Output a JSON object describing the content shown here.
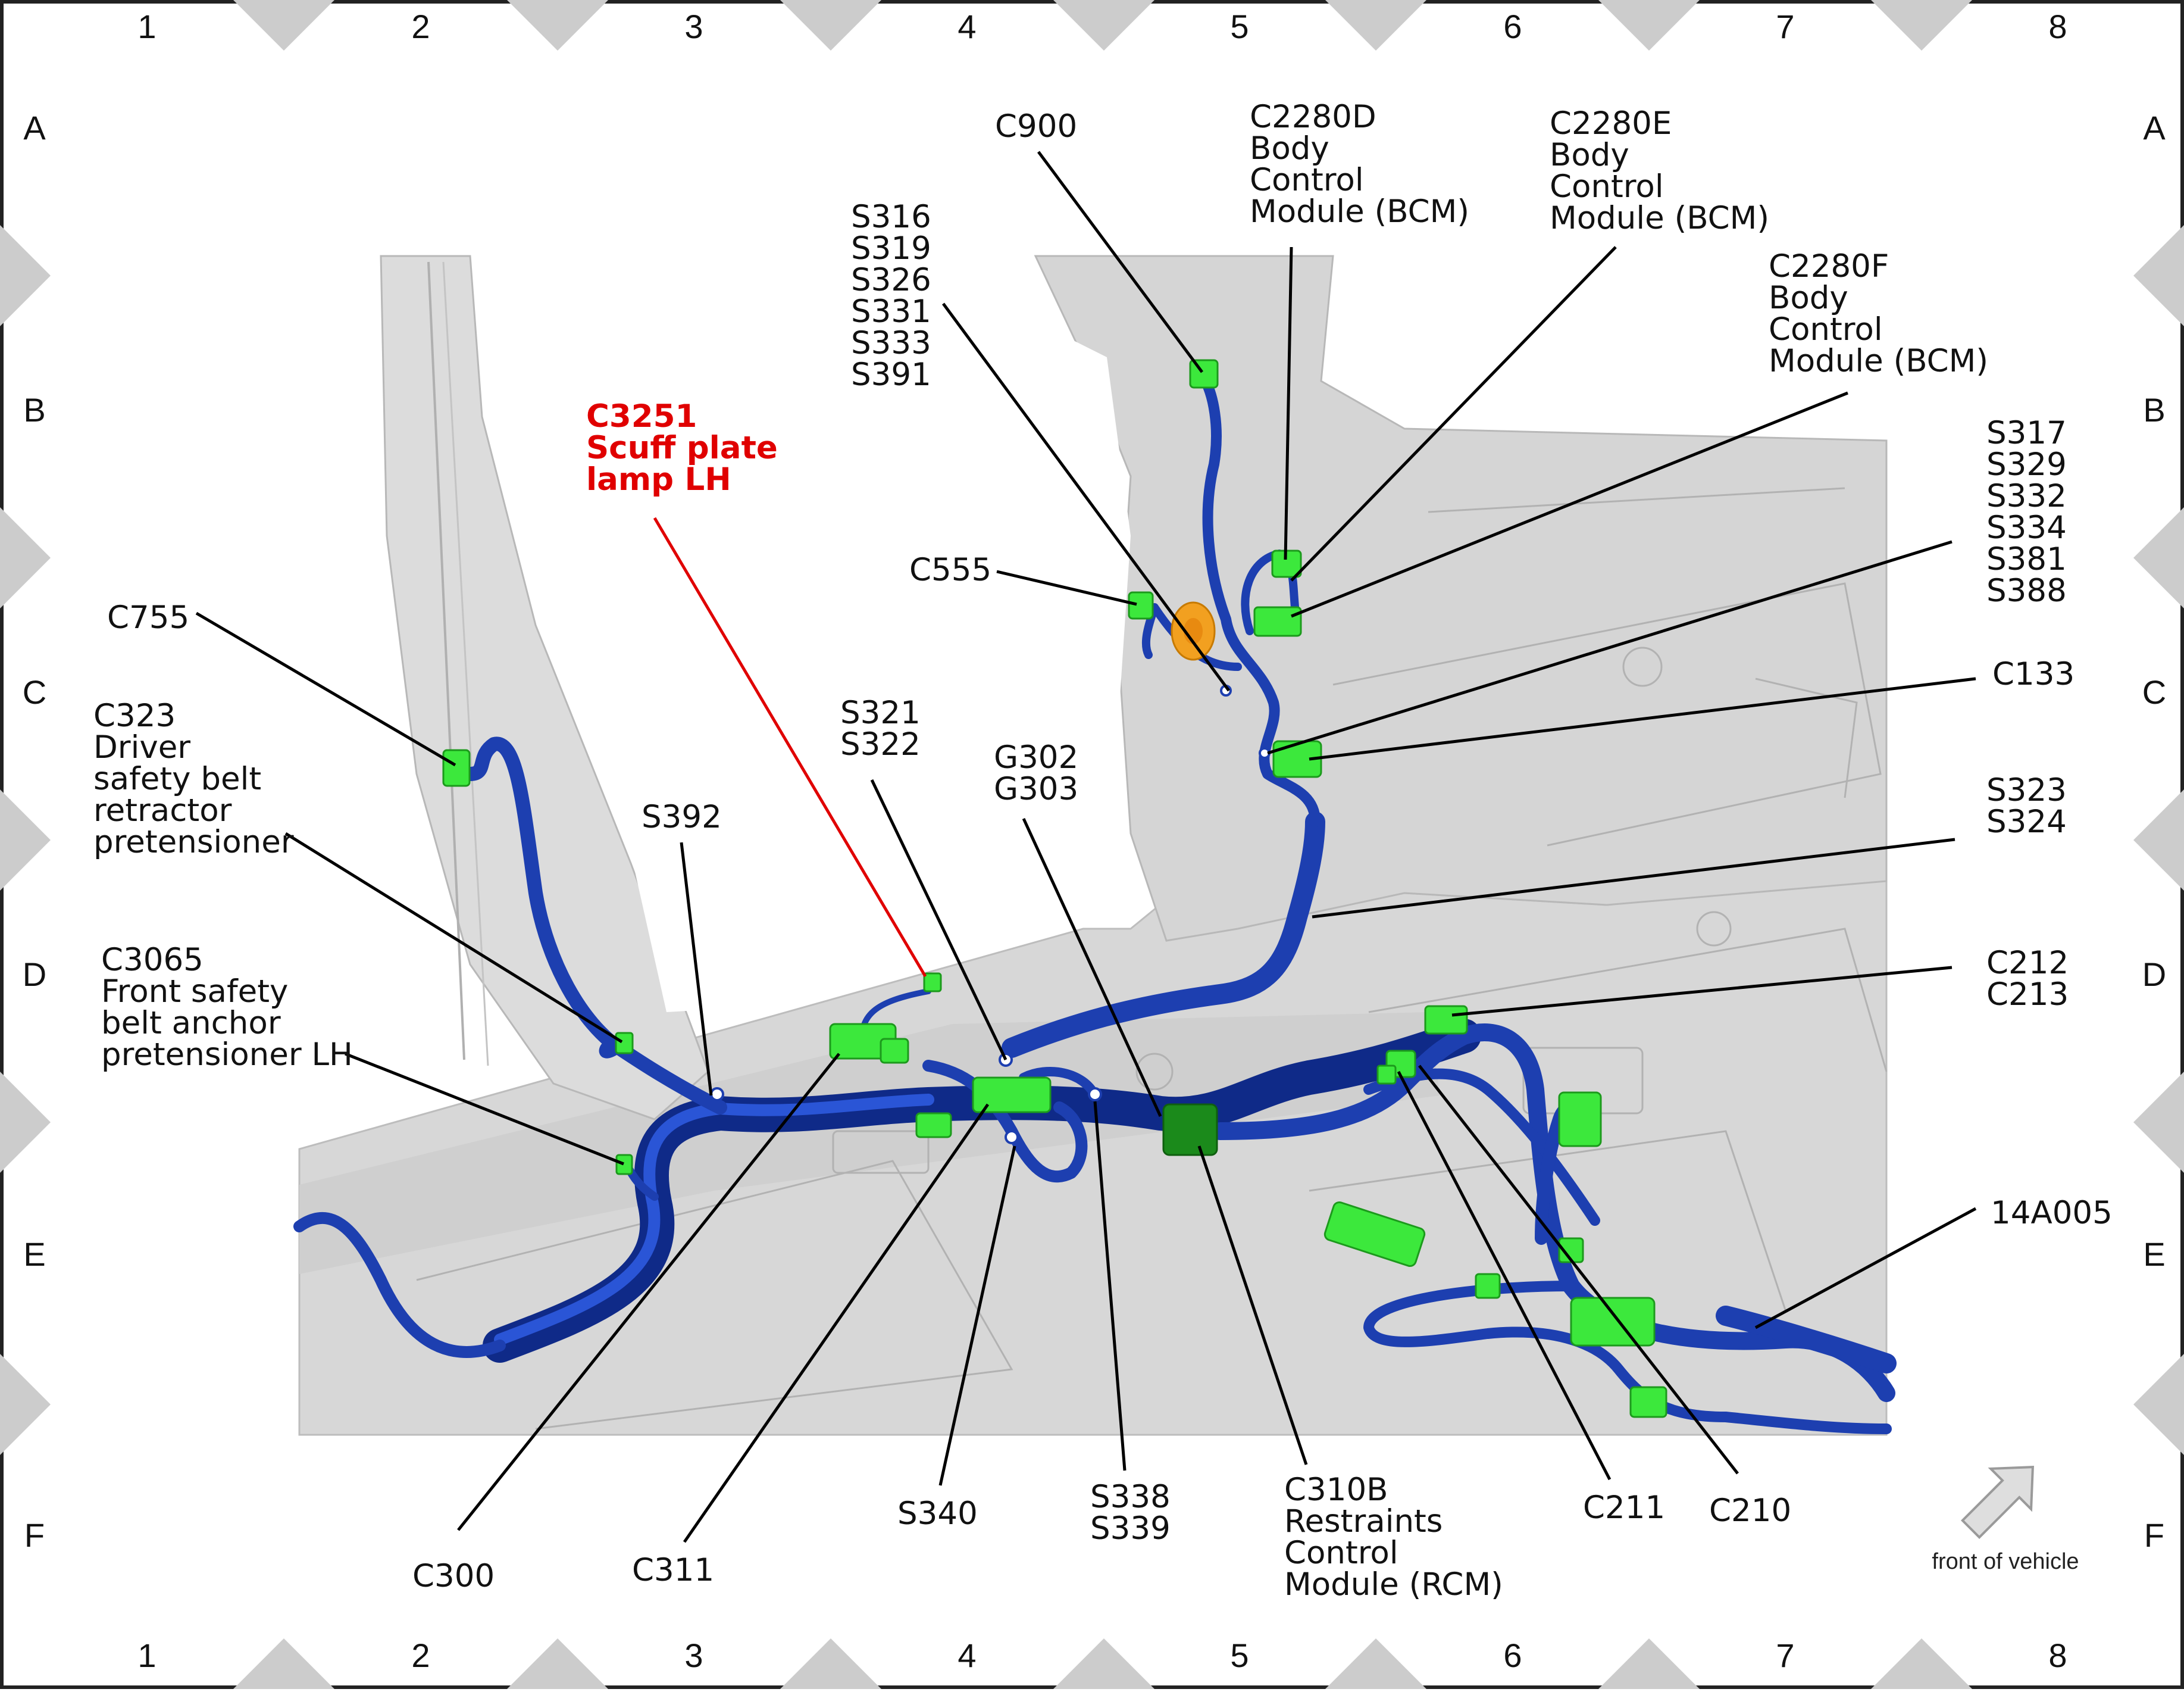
{
  "colors": {
    "harness": "#1d3fb0",
    "harness_dark": "#0f2a88",
    "connector": "#3ce83c",
    "connector_dark": "#1c9a1c",
    "body": "#d9d9d9",
    "leader": "#000000",
    "highlight": "#e00000"
  },
  "grid": {
    "columns": [
      "1",
      "2",
      "3",
      "4",
      "5",
      "6",
      "7",
      "8"
    ],
    "rows": [
      "A",
      "B",
      "C",
      "D",
      "E",
      "F"
    ]
  },
  "labels": [
    {
      "id": "c900",
      "lines": [
        "C900"
      ]
    },
    {
      "id": "c2280d",
      "lines": [
        "C2280D",
        "Body",
        "Control",
        "Module (BCM)"
      ]
    },
    {
      "id": "c2280e",
      "lines": [
        "C2280E",
        "Body",
        "Control",
        "Module (BCM)"
      ]
    },
    {
      "id": "c2280f",
      "lines": [
        "C2280F",
        "Body",
        "Control",
        "Module (BCM)"
      ]
    },
    {
      "id": "s316",
      "lines": [
        "S316",
        "S319",
        "S326",
        "S331",
        "S333",
        "S391"
      ]
    },
    {
      "id": "c3251",
      "lines": [
        "C3251",
        "Scuff plate",
        "lamp LH"
      ],
      "highlight": true
    },
    {
      "id": "s317",
      "lines": [
        "S317",
        "S329",
        "S332",
        "S334",
        "S381",
        "S388"
      ]
    },
    {
      "id": "c555",
      "lines": [
        "C555"
      ]
    },
    {
      "id": "c755",
      "lines": [
        "C755"
      ]
    },
    {
      "id": "c133",
      "lines": [
        "C133"
      ]
    },
    {
      "id": "c323",
      "lines": [
        "C323",
        "Driver",
        "safety belt",
        "retractor",
        "pretensioner"
      ]
    },
    {
      "id": "s321",
      "lines": [
        "S321",
        "S322"
      ]
    },
    {
      "id": "g302",
      "lines": [
        "G302",
        "G303"
      ]
    },
    {
      "id": "s323",
      "lines": [
        "S323",
        "S324"
      ]
    },
    {
      "id": "s392",
      "lines": [
        "S392"
      ]
    },
    {
      "id": "c3065",
      "lines": [
        "C3065",
        "Front safety",
        "belt anchor",
        "pretensioner LH"
      ]
    },
    {
      "id": "c212",
      "lines": [
        "C212",
        "C213"
      ]
    },
    {
      "id": "14a005",
      "lines": [
        "14A005"
      ]
    },
    {
      "id": "c300",
      "lines": [
        "C300"
      ]
    },
    {
      "id": "c311",
      "lines": [
        "C311"
      ]
    },
    {
      "id": "s340",
      "lines": [
        "S340"
      ]
    },
    {
      "id": "s338",
      "lines": [
        "S338",
        "S339"
      ]
    },
    {
      "id": "c310b",
      "lines": [
        "C310B",
        "Restraints",
        "Control",
        "Module (RCM)"
      ]
    },
    {
      "id": "c211",
      "lines": [
        "C211"
      ]
    },
    {
      "id": "c210",
      "lines": [
        "C210"
      ]
    }
  ],
  "orientation": {
    "text": "front of vehicle",
    "icon": "arrow-up-right-icon"
  }
}
